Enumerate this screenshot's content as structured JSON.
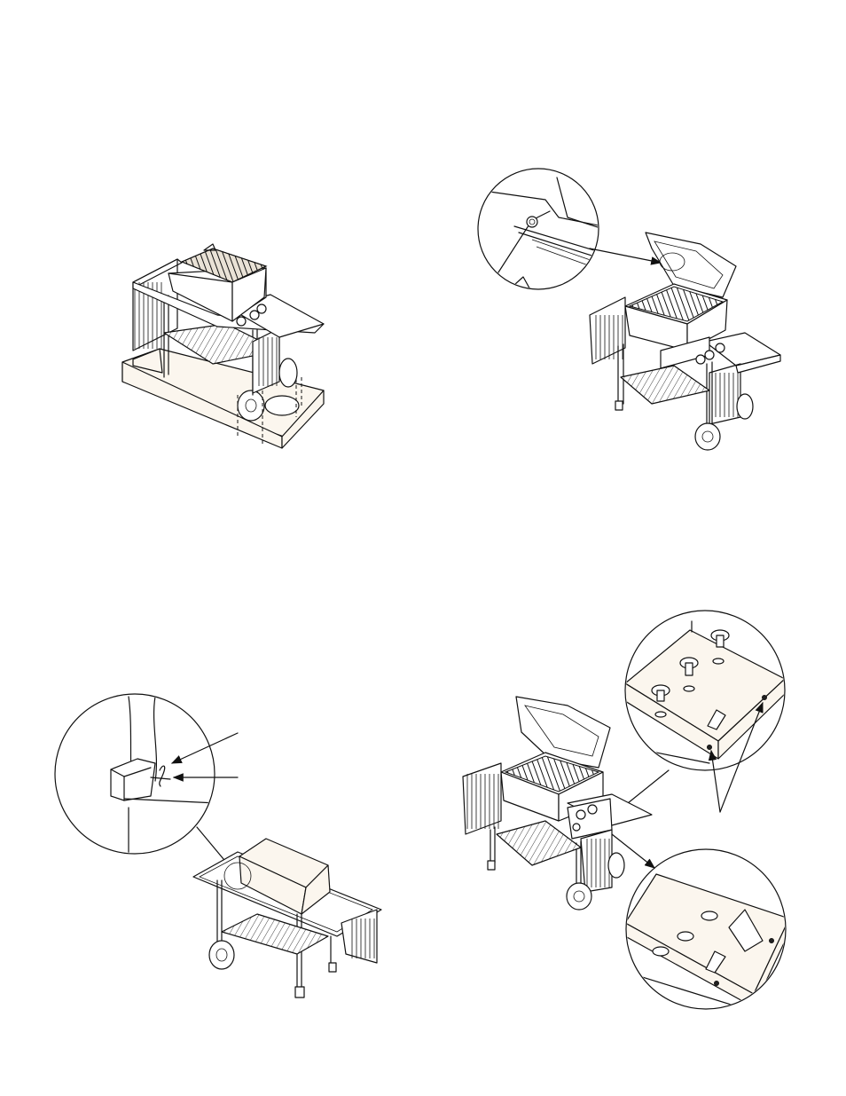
{
  "colors": {
    "line": "#111111",
    "fill": "#fbf6ee",
    "background": "#ffffff"
  },
  "figures": [
    {
      "id": "fig-1",
      "description_icon": "grill-in-shipping-carton"
    },
    {
      "id": "fig-2",
      "description_icon": "grill-lid-open-with-detail-circle"
    },
    {
      "id": "fig-3",
      "description_icon": "grill-lid-closed-with-pin-detail"
    },
    {
      "id": "fig-4",
      "description_icon": "control-panel-knobs-detail"
    }
  ]
}
